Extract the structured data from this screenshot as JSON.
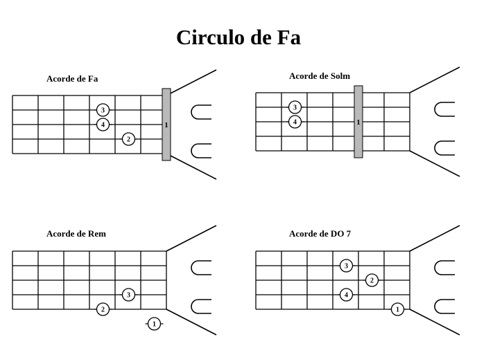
{
  "title": "Circulo de Fa",
  "chords": [
    {
      "label": "Acorde de Fa",
      "barre": "1",
      "fingers": [
        {
          "finger": "3",
          "fret": 4,
          "string": 2
        },
        {
          "finger": "4",
          "fret": 4,
          "string": 3
        },
        {
          "finger": "2",
          "fret": 5,
          "string": 4
        }
      ]
    },
    {
      "label": "Acorde de Solm",
      "barre": "1",
      "fingers": [
        {
          "finger": "3",
          "fret": 2,
          "string": 2
        },
        {
          "finger": "4",
          "fret": 2,
          "string": 3
        }
      ]
    },
    {
      "label": "Acorde de Rem",
      "barre": null,
      "fingers": [
        {
          "finger": "3",
          "fret": 5,
          "string": 4
        },
        {
          "finger": "2",
          "fret": 4,
          "string": 5
        },
        {
          "finger": "1",
          "fret": 6,
          "string": 6
        }
      ]
    },
    {
      "label": "Acorde de DO 7",
      "barre": null,
      "fingers": [
        {
          "finger": "3",
          "fret": 4,
          "string": 2
        },
        {
          "finger": "2",
          "fret": 5,
          "string": 3
        },
        {
          "finger": "4",
          "fret": 4,
          "string": 4
        },
        {
          "finger": "1",
          "fret": 6,
          "string": 5
        }
      ]
    }
  ]
}
